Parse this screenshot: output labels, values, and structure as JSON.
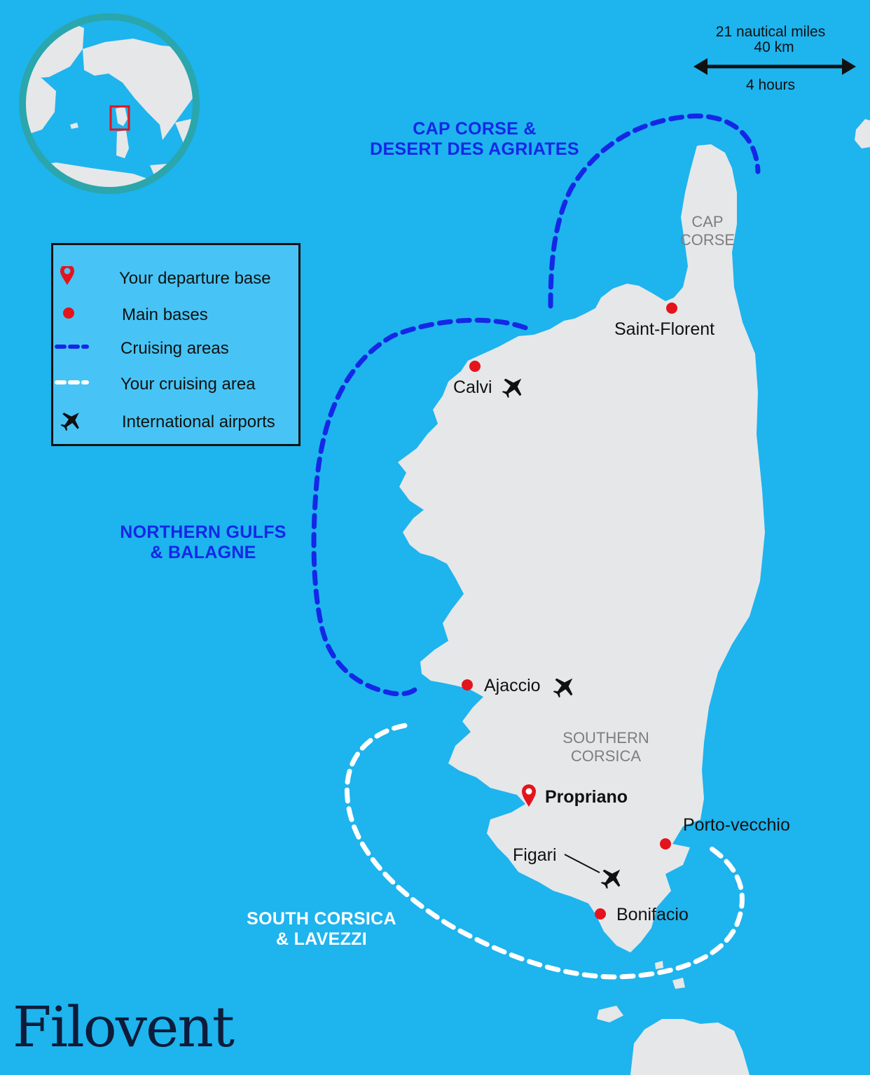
{
  "map": {
    "scale": {
      "distance_nm": "21 nautical miles",
      "distance_km": "40 km",
      "duration": "4 hours"
    },
    "cruising_areas": {
      "cap_corse": "CAP CORSE &\nDESERT DES AGRIATES",
      "northern_gulfs": "NORTHERN GULFS\n& BALAGNE",
      "south_corsica": "SOUTH CORSICA\n& LAVEZZI"
    },
    "regions": {
      "cap_corse": "CAP\nCORSE",
      "southern_corsica": "SOUTHERN\nCORSICA"
    },
    "places": {
      "saint_florent": "Saint-Florent",
      "calvi": "Calvi",
      "ajaccio": "Ajaccio",
      "propriano": "Propriano",
      "porto_vecchio": "Porto-vecchio",
      "figari": "Figari",
      "bonifacio": "Bonifacio"
    },
    "legend": {
      "departure_base": "Your departure base",
      "main_bases": "Main bases",
      "cruising_areas": "Cruising areas",
      "your_cruising_area": "Your cruising area",
      "international_airports": "International airports"
    },
    "brand": "Filovent",
    "colors": {
      "sea": "#1eb4ee",
      "land": "#e6e7e9",
      "base_marker": "#e3141b",
      "cruising_route": "#1427e6",
      "your_route": "#ffffff",
      "inset_ring": "#2aa6ad"
    },
    "icons": [
      "pin-icon",
      "dot-icon",
      "airplane-icon"
    ]
  }
}
